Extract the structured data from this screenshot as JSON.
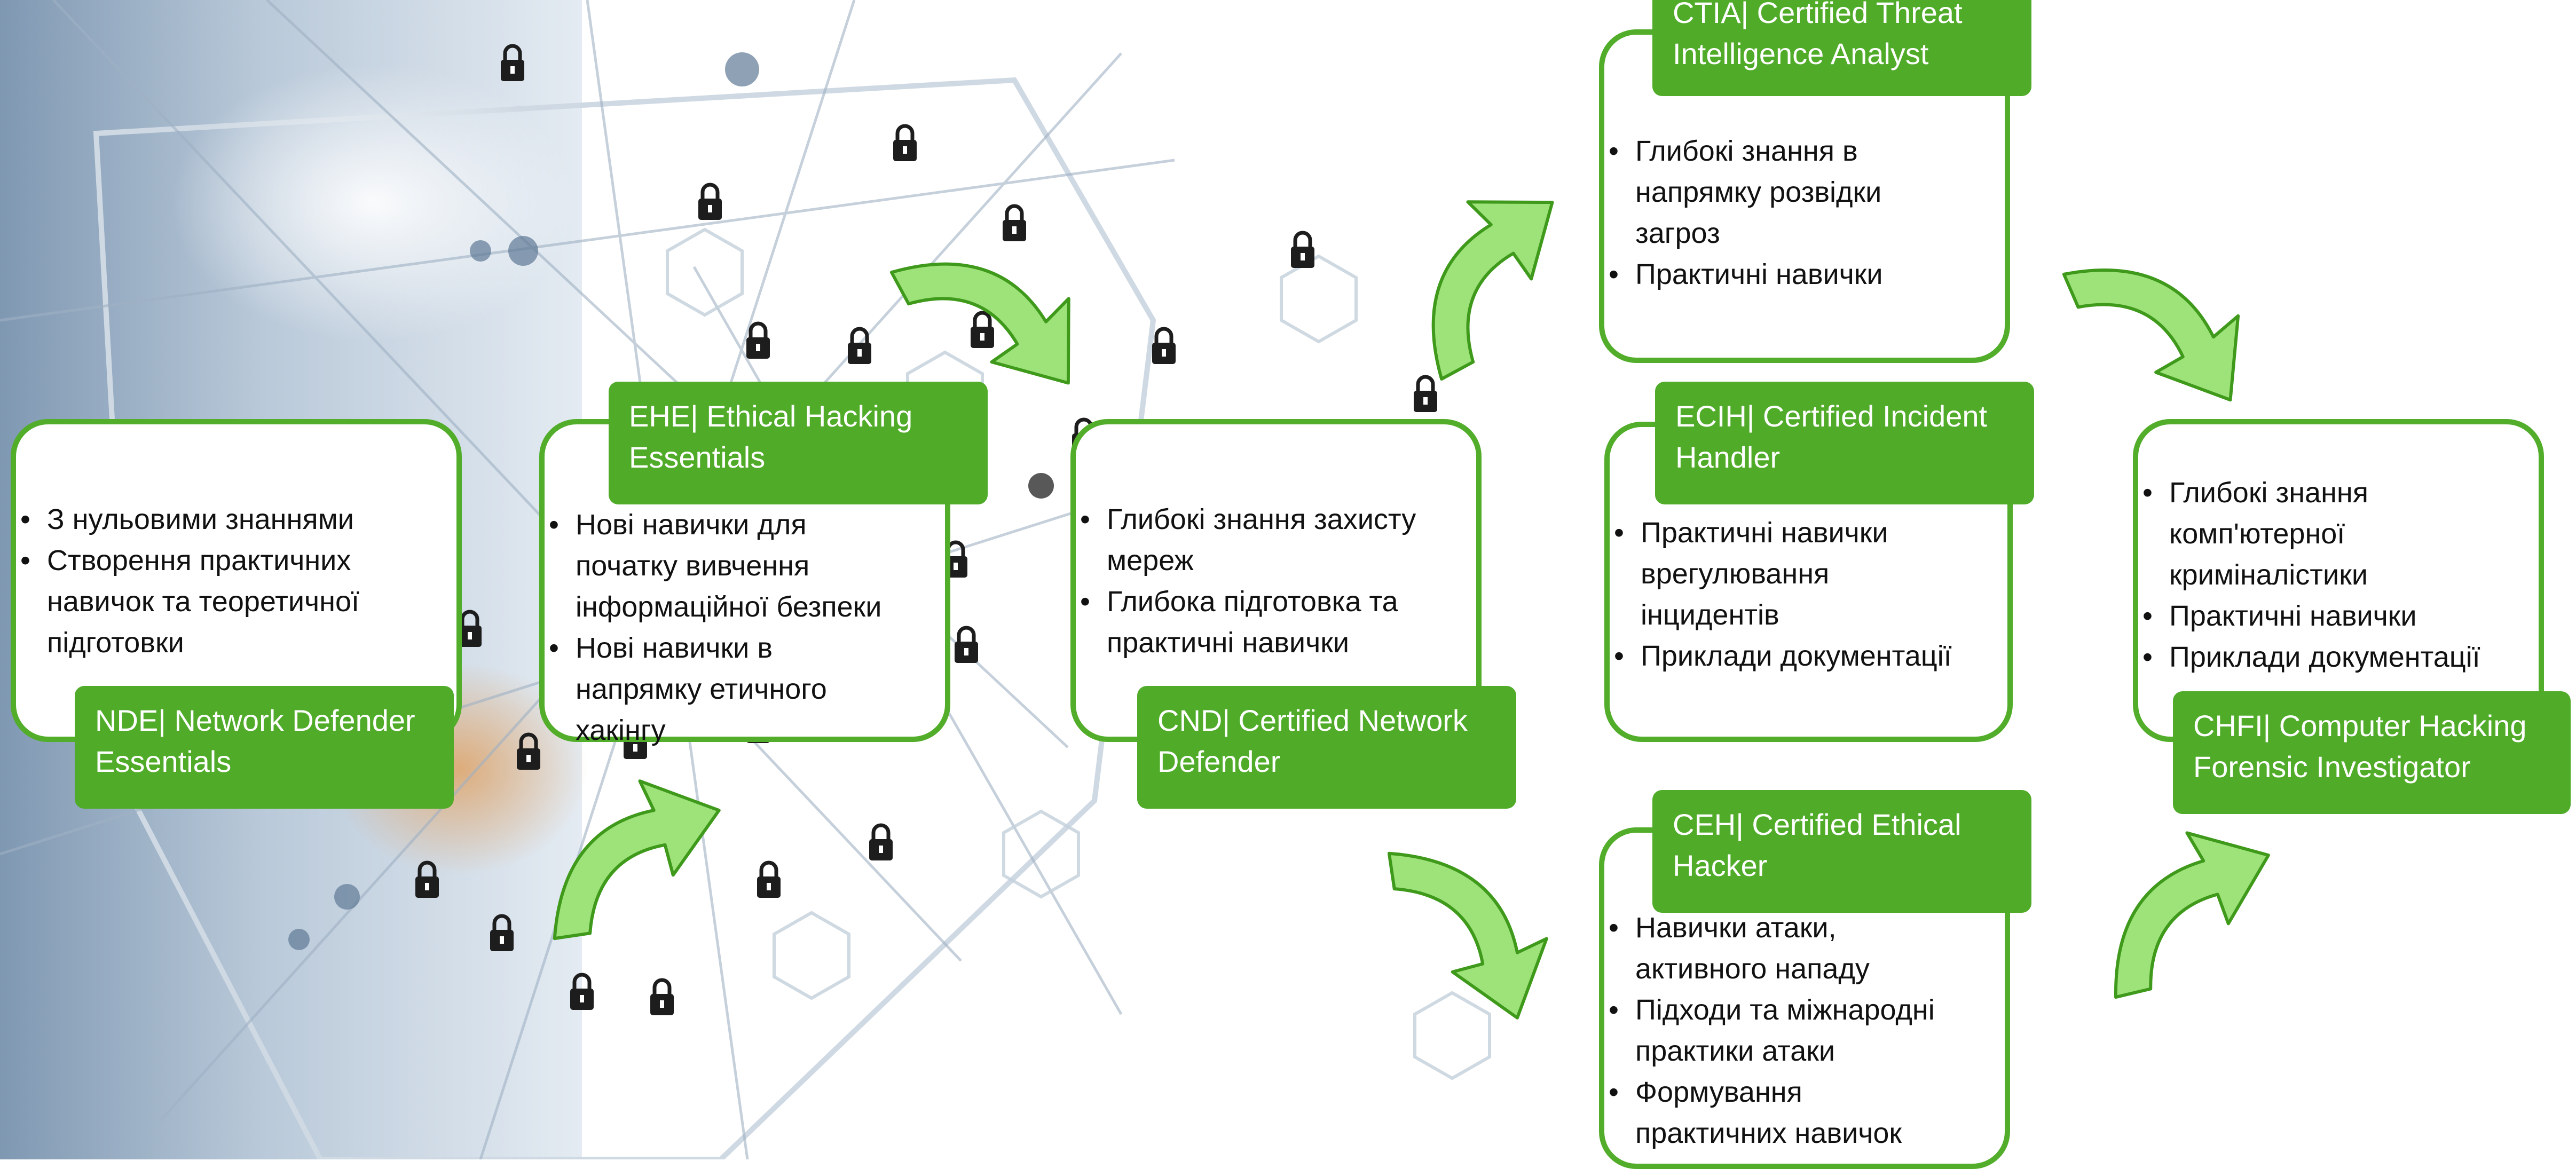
{
  "colors": {
    "accent_green": "#4fab28",
    "card_border_green": "#52ad2a",
    "arrow_fill_green": "#9ee37a",
    "arrow_stroke_green": "#3f9a1c",
    "background_blue": "#7f98b2"
  },
  "icons": {
    "arrow": "curved-arrow-icon",
    "lock": "lock-icon"
  },
  "courses": {
    "nde": {
      "label_line1": "NDE| Network Defender",
      "label_line2": "Essentials",
      "bullets": [
        "З нульовими знаннями",
        "Створення практичних",
        "навичок та теоретичної",
        "підготовки"
      ]
    },
    "ehe": {
      "label_line1": "EHE| Ethical Hacking",
      "label_line2": "Essentials",
      "bullets": [
        "Нові навички для",
        "початку вивчення",
        "інформаційної безпеки",
        "Нові навички в",
        "напрямку етичного",
        "хакінгу"
      ]
    },
    "cnd": {
      "label_line1": "CND| Certified Network",
      "label_line2": "Defender",
      "bullets": [
        "Глибокі знання захисту",
        "мереж",
        "Глибока підготовка та",
        "практичні навички"
      ]
    },
    "ctia": {
      "label_line1": "CTIA| Certified Threat",
      "label_line2": "Intelligence Analyst",
      "bullets": [
        "Глибокі знання в",
        "напрямку розвідки",
        "загроз",
        "Практичні навички"
      ]
    },
    "ecih": {
      "label_line1": "ECIH| Certified Incident",
      "label_line2": "Handler",
      "bullets": [
        "Практичні навички",
        "врегулювання",
        "інцидентів",
        "Приклади документації"
      ]
    },
    "ceh": {
      "label_line1": "CEH| Certified Ethical",
      "label_line2": "Hacker",
      "bullets": [
        "Навички атаки,",
        "активного нападу",
        "Підходи та міжнародні",
        "практики атаки",
        "Формування",
        "практичних навичок"
      ]
    },
    "chfi": {
      "label_line1": "CHFI| Computer Hacking",
      "label_line2": "Forensic Investigator",
      "bullets": [
        "Глибокі знання",
        "комп'ютерної",
        "криміналістики",
        "Практичні навички",
        "Приклади документації"
      ]
    }
  }
}
